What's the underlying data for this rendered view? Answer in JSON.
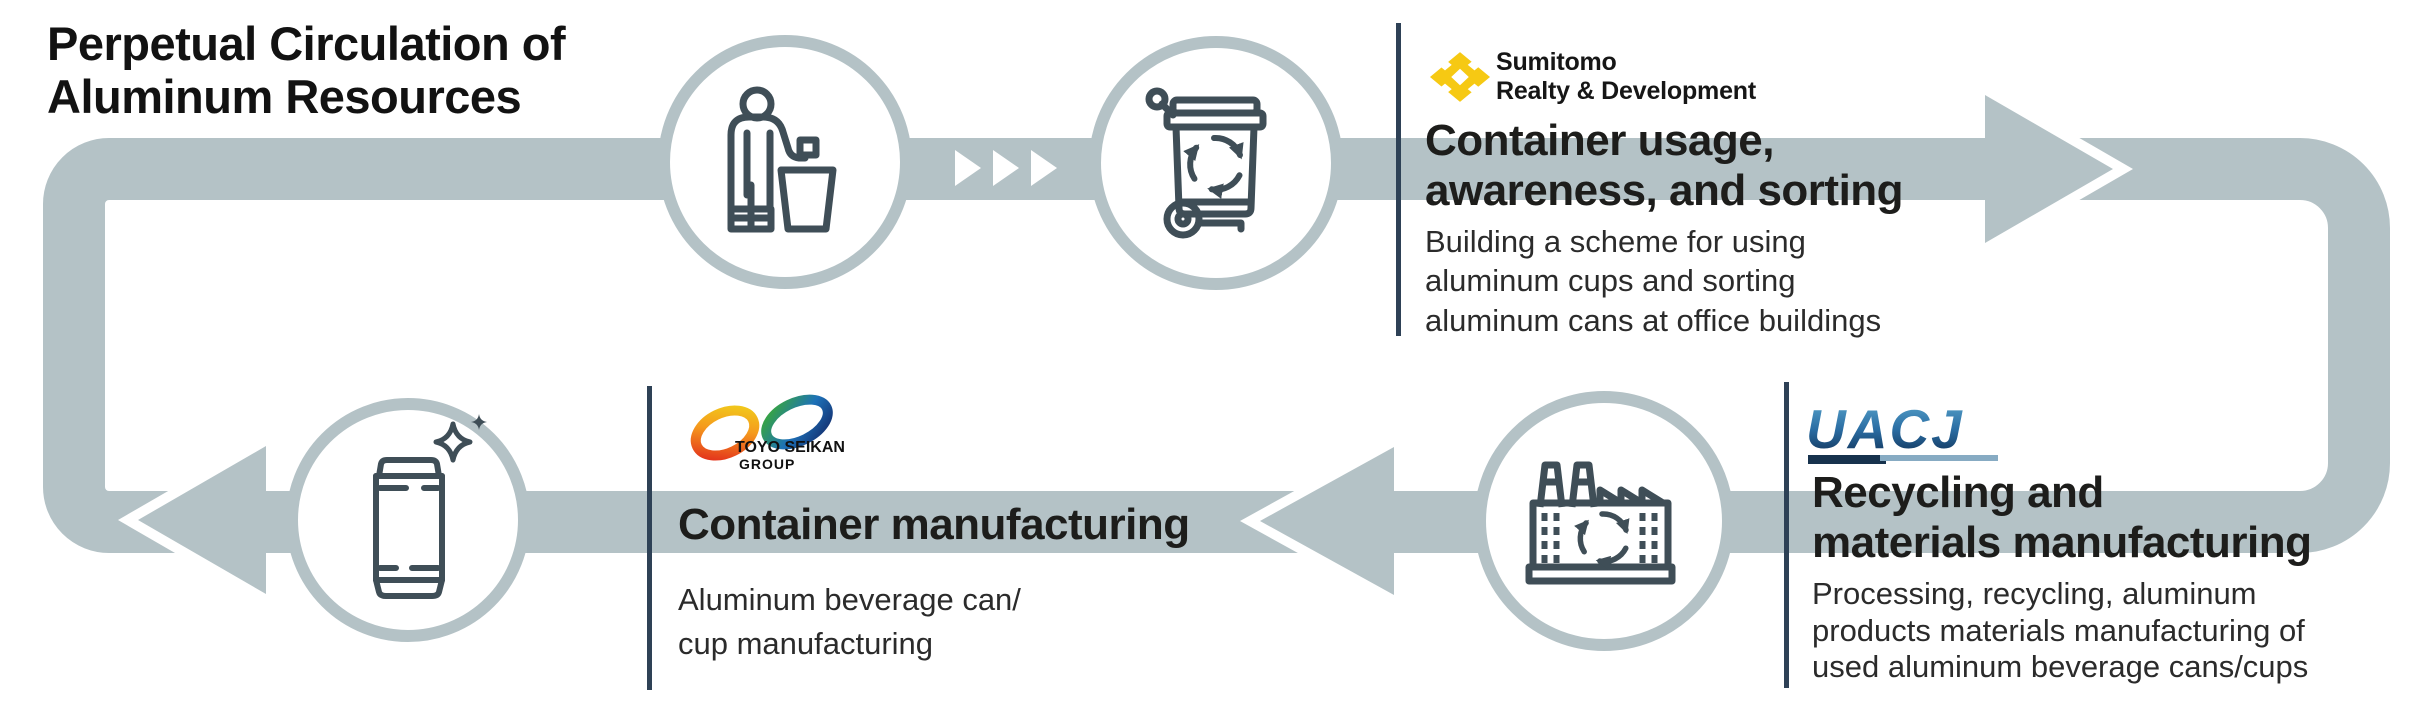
{
  "page": {
    "title": "Perpetual Circulation of\nAluminum Resources"
  },
  "colors": {
    "flow_band": "#b4c2c6",
    "icon_stroke": "#3f4e57",
    "divider_line": "#2e4156",
    "heading_text": "#1d1d1b",
    "body_text": "#2b2b2b",
    "sumitomo_yellow": "#f6c913",
    "uacj_blue_light": "#5ba6cd",
    "uacj_blue_dark": "#0e2b4e",
    "toyo_warm": [
      "#e1251b",
      "#f59a1d",
      "#f0d11b"
    ],
    "toyo_cool": [
      "#3aaa35",
      "#1d71b8",
      "#142e6e"
    ]
  },
  "icons": {
    "step_dispose": "person-disposing-trash-icon",
    "step_collect": "recycle-wheelie-bin-icon",
    "step_factory": "recycling-factory-icon",
    "step_can": "aluminum-can-sparkle-icon",
    "flow_small": "triple-chevron-right-icon",
    "flow_big": "flow-arrowhead-icon"
  },
  "sections": {
    "usage": {
      "company": "Sumitomo\nRealty & Development",
      "heading": "Container usage,\nawareness, and sorting",
      "body": "Building a scheme for using\naluminum cups and sorting\naluminum cans at office buildings"
    },
    "recycling": {
      "company": "UACJ",
      "heading": "Recycling and\nmaterials manufacturing",
      "body": "Processing, recycling, aluminum\nproducts materials manufacturing of\nused aluminum beverage cans/cups"
    },
    "manufacturing": {
      "company_line1": "TOYO SEIKAN",
      "company_line2": "GROUP",
      "heading": "Container manufacturing",
      "body": "Aluminum beverage can/\ncup manufacturing"
    }
  }
}
